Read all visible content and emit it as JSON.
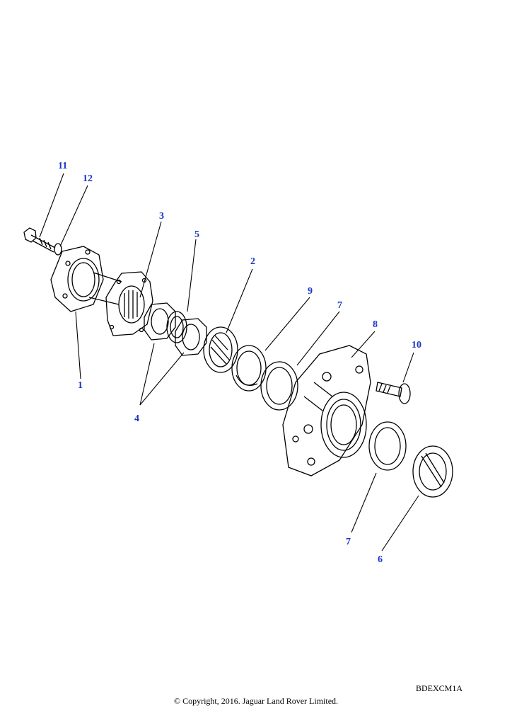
{
  "diagram": {
    "callouts": [
      {
        "id": "c11",
        "label": "11"
      },
      {
        "id": "c12",
        "label": "12"
      },
      {
        "id": "c3",
        "label": "3"
      },
      {
        "id": "c5",
        "label": "5"
      },
      {
        "id": "c2",
        "label": "2"
      },
      {
        "id": "c9",
        "label": "9"
      },
      {
        "id": "c7a",
        "label": "7"
      },
      {
        "id": "c8",
        "label": "8"
      },
      {
        "id": "c10",
        "label": "10"
      },
      {
        "id": "c1",
        "label": "1"
      },
      {
        "id": "c4",
        "label": "4"
      },
      {
        "id": "c7b",
        "label": "7"
      },
      {
        "id": "c6",
        "label": "6"
      }
    ],
    "illustration_code": "BDEXCM1A",
    "copyright": "© Copyright, 2016. Jaguar Land Rover Limited."
  },
  "colors": {
    "callout": "#1a35c8",
    "line": "#000000"
  }
}
